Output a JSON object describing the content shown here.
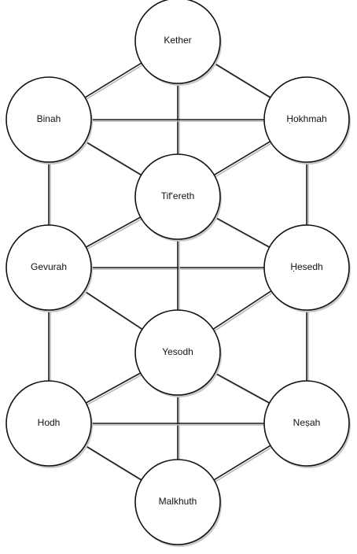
{
  "nodes": [
    {
      "id": "kether",
      "label": "Kether"
    },
    {
      "id": "binah",
      "label": "Binah"
    },
    {
      "id": "hokhmah",
      "label": "Ḥokhmah"
    },
    {
      "id": "tifereth",
      "label": "Tif'ereth"
    },
    {
      "id": "gevurah",
      "label": "Gevurah"
    },
    {
      "id": "hesedh",
      "label": "Ḥesedh"
    },
    {
      "id": "yesodh",
      "label": "Yesodh"
    },
    {
      "id": "hodh",
      "label": "Hodh"
    },
    {
      "id": "nesah",
      "label": "Neṣah"
    },
    {
      "id": "malkhuth",
      "label": "Malkhuth"
    }
  ],
  "edges": [
    [
      "kether",
      "binah"
    ],
    [
      "kether",
      "hokhmah"
    ],
    [
      "kether",
      "tifereth"
    ],
    [
      "binah",
      "hokhmah"
    ],
    [
      "binah",
      "tifereth"
    ],
    [
      "binah",
      "gevurah"
    ],
    [
      "hokhmah",
      "tifereth"
    ],
    [
      "hokhmah",
      "hesedh"
    ],
    [
      "gevurah",
      "hesedh"
    ],
    [
      "gevurah",
      "tifereth"
    ],
    [
      "gevurah",
      "yesodh"
    ],
    [
      "gevurah",
      "hodh"
    ],
    [
      "hesedh",
      "tifereth"
    ],
    [
      "hesedh",
      "yesodh"
    ],
    [
      "hesedh",
      "nesah"
    ],
    [
      "tifereth",
      "yesodh"
    ],
    [
      "yesodh",
      "hodh"
    ],
    [
      "yesodh",
      "nesah"
    ],
    [
      "yesodh",
      "malkhuth"
    ],
    [
      "hodh",
      "nesah"
    ],
    [
      "hodh",
      "malkhuth"
    ],
    [
      "nesah",
      "malkhuth"
    ]
  ]
}
